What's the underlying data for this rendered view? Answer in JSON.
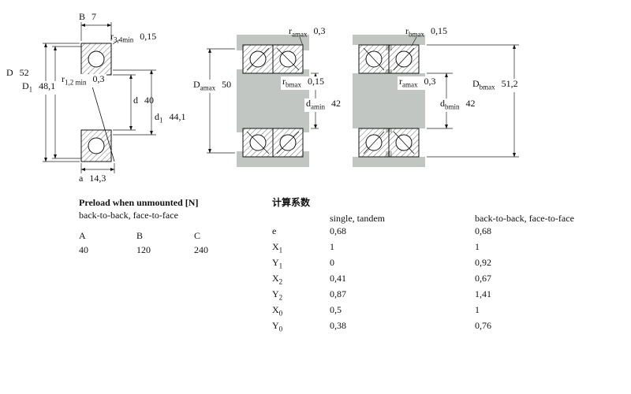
{
  "diagram_labels": {
    "single": {
      "B": {
        "base": "B",
        "sub": "",
        "value": "7"
      },
      "r34": {
        "base": "r",
        "sub": "3,4min",
        "value": "0,15"
      },
      "D": {
        "base": "D",
        "sub": "",
        "value": "52"
      },
      "r12": {
        "base": "r",
        "sub": "1,2 min",
        "value": "0,3"
      },
      "D1": {
        "base": "D",
        "sub": "1",
        "value": "48,1"
      },
      "d": {
        "base": "d",
        "sub": "",
        "value": "40"
      },
      "d1": {
        "base": "d",
        "sub": "1",
        "value": "44,1"
      },
      "a": {
        "base": "a",
        "sub": "",
        "value": "14,3"
      }
    },
    "back_to_back": {
      "ramax": {
        "base": "r",
        "sub": "amax",
        "value": "0,3"
      },
      "Damax": {
        "base": "D",
        "sub": "amax",
        "value": "50"
      },
      "rbmax": {
        "base": "r",
        "sub": "bmax",
        "value": "0,15"
      },
      "damin": {
        "base": "d",
        "sub": "amin",
        "value": "42"
      }
    },
    "face_to_face": {
      "rbmax": {
        "base": "r",
        "sub": "bmax",
        "value": "0,15"
      },
      "ramax": {
        "base": "r",
        "sub": "amax",
        "value": "0,3"
      },
      "Dbmax": {
        "base": "D",
        "sub": "bmax",
        "value": "51,2"
      },
      "dbmin": {
        "base": "d",
        "sub": "bmin",
        "value": "42"
      }
    }
  },
  "preload_table": {
    "title": "Preload when unmounted [N]",
    "subtitle": "back-to-back, face-to-face",
    "columns": [
      "A",
      "B",
      "C"
    ],
    "values": [
      "40",
      "120",
      "240"
    ]
  },
  "factors_table": {
    "title": "计算系数",
    "columns": [
      "single, tandem",
      "back-to-back, face-to-face"
    ],
    "rows": [
      {
        "base": "e",
        "sub": "",
        "single": "0,68",
        "paired": "0,68"
      },
      {
        "base": "X",
        "sub": "1",
        "single": "1",
        "paired": "1"
      },
      {
        "base": "Y",
        "sub": "1",
        "single": "0",
        "paired": "0,92"
      },
      {
        "base": "X",
        "sub": "2",
        "single": "0,41",
        "paired": "0,67"
      },
      {
        "base": "Y",
        "sub": "2",
        "single": "0,87",
        "paired": "1,41"
      },
      {
        "base": "X",
        "sub": "0",
        "single": "0,5",
        "paired": "1"
      },
      {
        "base": "Y",
        "sub": "0",
        "single": "0,38",
        "paired": "0,76"
      }
    ]
  }
}
